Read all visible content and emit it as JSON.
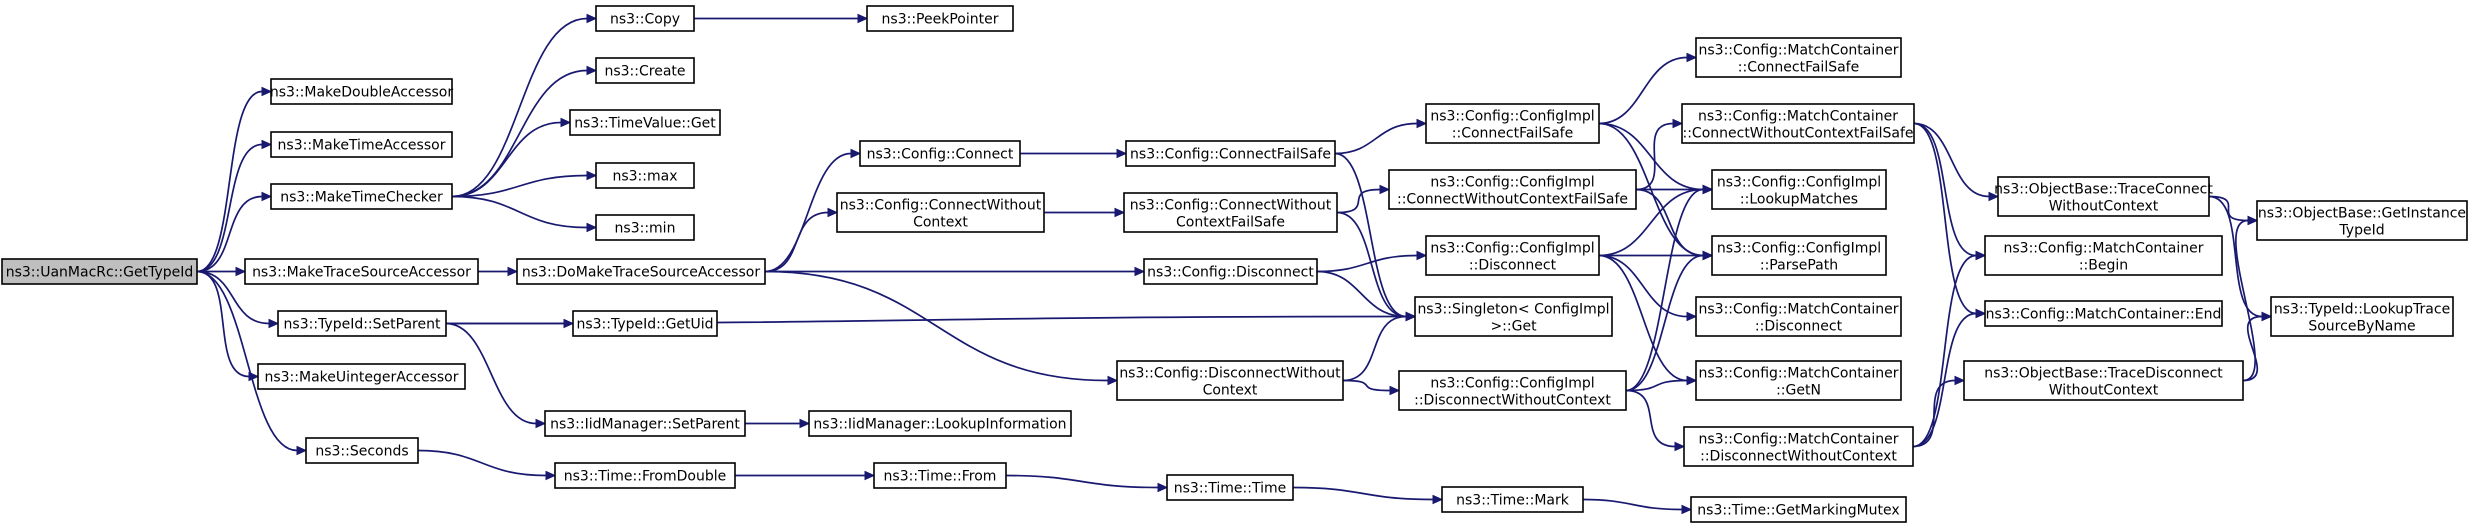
{
  "title": "",
  "colors": {
    "edge": "#191970",
    "root_fill": "#bfbfbf",
    "node_fill": "#ffffff",
    "node_border": "#000000"
  },
  "nodes": [
    {
      "id": "n0",
      "lines": [
        "ns3::UanMacRc::GetTypeId"
      ]
    },
    {
      "id": "n1",
      "lines": [
        "ns3::MakeDoubleAccessor"
      ]
    },
    {
      "id": "n2",
      "lines": [
        "ns3::MakeTimeAccessor"
      ]
    },
    {
      "id": "n3",
      "lines": [
        "ns3::MakeTimeChecker"
      ]
    },
    {
      "id": "n4",
      "lines": [
        "ns3::MakeTraceSourceAccessor"
      ]
    },
    {
      "id": "n5",
      "lines": [
        "ns3::TypeId::SetParent"
      ]
    },
    {
      "id": "n6",
      "lines": [
        "ns3::MakeUintegerAccessor"
      ]
    },
    {
      "id": "n7",
      "lines": [
        "ns3::Seconds"
      ]
    },
    {
      "id": "n8",
      "lines": [
        "ns3::Copy"
      ]
    },
    {
      "id": "n9",
      "lines": [
        "ns3::PeekPointer"
      ]
    },
    {
      "id": "n10",
      "lines": [
        "ns3::Create"
      ]
    },
    {
      "id": "n11",
      "lines": [
        "ns3::TimeValue::Get"
      ]
    },
    {
      "id": "n12",
      "lines": [
        "ns3::max"
      ]
    },
    {
      "id": "n13",
      "lines": [
        "ns3::min"
      ]
    },
    {
      "id": "n14",
      "lines": [
        "ns3::DoMakeTraceSourceAccessor"
      ]
    },
    {
      "id": "n15",
      "lines": [
        "ns3::Config::Connect"
      ]
    },
    {
      "id": "n16",
      "lines": [
        "ns3::Config::ConnectWithout",
        "Context"
      ]
    },
    {
      "id": "n17",
      "lines": [
        "ns3::Config::Disconnect"
      ]
    },
    {
      "id": "n18",
      "lines": [
        "ns3::Config::DisconnectWithout",
        "Context"
      ]
    },
    {
      "id": "n19",
      "lines": [
        "ns3::Config::ConnectFailSafe"
      ]
    },
    {
      "id": "n20",
      "lines": [
        "ns3::Config::ConnectWithout",
        "ContextFailSafe"
      ]
    },
    {
      "id": "n21",
      "lines": [
        "ns3::Config::ConfigImpl",
        "::ConnectFailSafe"
      ]
    },
    {
      "id": "n22",
      "lines": [
        "ns3::Config::ConfigImpl",
        "::ConnectWithoutContextFailSafe"
      ]
    },
    {
      "id": "n23",
      "lines": [
        "ns3::Config::ConfigImpl",
        "::Disconnect"
      ]
    },
    {
      "id": "n24",
      "lines": [
        "ns3::Singleton< ConfigImpl",
        " >::Get"
      ]
    },
    {
      "id": "n25",
      "lines": [
        "ns3::Config::ConfigImpl",
        "::DisconnectWithoutContext"
      ]
    },
    {
      "id": "n26",
      "lines": [
        "ns3::TypeId::GetUid"
      ]
    },
    {
      "id": "n27",
      "lines": [
        "ns3::IidManager::SetParent"
      ]
    },
    {
      "id": "n28",
      "lines": [
        "ns3::IidManager::LookupInformation"
      ]
    },
    {
      "id": "n29",
      "lines": [
        "ns3::Time::FromDouble"
      ]
    },
    {
      "id": "n30",
      "lines": [
        "ns3::Time::From"
      ]
    },
    {
      "id": "n31",
      "lines": [
        "ns3::Time::Time"
      ]
    },
    {
      "id": "n32",
      "lines": [
        "ns3::Time::Mark"
      ]
    },
    {
      "id": "n33",
      "lines": [
        "ns3::Time::GetMarkingMutex"
      ]
    },
    {
      "id": "n34",
      "lines": [
        "ns3::Config::MatchContainer",
        "::ConnectFailSafe"
      ]
    },
    {
      "id": "n35",
      "lines": [
        "ns3::Config::MatchContainer",
        "::ConnectWithoutContextFailSafe"
      ]
    },
    {
      "id": "n36",
      "lines": [
        "ns3::Config::ConfigImpl",
        "::LookupMatches"
      ]
    },
    {
      "id": "n37",
      "lines": [
        "ns3::Config::ConfigImpl",
        "::ParsePath"
      ]
    },
    {
      "id": "n38",
      "lines": [
        "ns3::Config::MatchContainer",
        "::Disconnect"
      ]
    },
    {
      "id": "n39",
      "lines": [
        "ns3::Config::MatchContainer",
        "::GetN"
      ]
    },
    {
      "id": "n40",
      "lines": [
        "ns3::Config::MatchContainer",
        "::DisconnectWithoutContext"
      ]
    },
    {
      "id": "n41",
      "lines": [
        "ns3::ObjectBase::TraceConnect",
        "WithoutContext"
      ]
    },
    {
      "id": "n42",
      "lines": [
        "ns3::Config::MatchContainer",
        "::Begin"
      ]
    },
    {
      "id": "n43",
      "lines": [
        "ns3::Config::MatchContainer::End"
      ]
    },
    {
      "id": "n44",
      "lines": [
        "ns3::ObjectBase::TraceDisconnect",
        "WithoutContext"
      ]
    },
    {
      "id": "n45",
      "lines": [
        "ns3::ObjectBase::GetInstance",
        "TypeId"
      ]
    },
    {
      "id": "n46",
      "lines": [
        "ns3::TypeId::LookupTrace",
        "SourceByName"
      ]
    }
  ],
  "edges": [
    [
      "n0",
      "n1"
    ],
    [
      "n0",
      "n2"
    ],
    [
      "n0",
      "n3"
    ],
    [
      "n0",
      "n4"
    ],
    [
      "n0",
      "n5"
    ],
    [
      "n0",
      "n6"
    ],
    [
      "n0",
      "n7"
    ],
    [
      "n3",
      "n8"
    ],
    [
      "n3",
      "n10"
    ],
    [
      "n3",
      "n11"
    ],
    [
      "n3",
      "n12"
    ],
    [
      "n3",
      "n13"
    ],
    [
      "n8",
      "n9"
    ],
    [
      "n4",
      "n14"
    ],
    [
      "n5",
      "n24"
    ],
    [
      "n5",
      "n26"
    ],
    [
      "n5",
      "n27"
    ],
    [
      "n27",
      "n28"
    ],
    [
      "n7",
      "n29"
    ],
    [
      "n29",
      "n30"
    ],
    [
      "n30",
      "n31"
    ],
    [
      "n31",
      "n32"
    ],
    [
      "n32",
      "n33"
    ],
    [
      "n14",
      "n15"
    ],
    [
      "n14",
      "n16"
    ],
    [
      "n14",
      "n17"
    ],
    [
      "n14",
      "n18"
    ],
    [
      "n15",
      "n19"
    ],
    [
      "n16",
      "n20"
    ],
    [
      "n17",
      "n23"
    ],
    [
      "n17",
      "n24"
    ],
    [
      "n18",
      "n25"
    ],
    [
      "n18",
      "n24"
    ],
    [
      "n19",
      "n21"
    ],
    [
      "n19",
      "n24"
    ],
    [
      "n20",
      "n22"
    ],
    [
      "n20",
      "n24"
    ],
    [
      "n21",
      "n34"
    ],
    [
      "n21",
      "n36"
    ],
    [
      "n21",
      "n37"
    ],
    [
      "n22",
      "n35"
    ],
    [
      "n22",
      "n36"
    ],
    [
      "n22",
      "n37"
    ],
    [
      "n23",
      "n36"
    ],
    [
      "n23",
      "n37"
    ],
    [
      "n23",
      "n38"
    ],
    [
      "n23",
      "n39"
    ],
    [
      "n25",
      "n36"
    ],
    [
      "n25",
      "n37"
    ],
    [
      "n25",
      "n39"
    ],
    [
      "n25",
      "n40"
    ],
    [
      "n35",
      "n41"
    ],
    [
      "n35",
      "n42"
    ],
    [
      "n35",
      "n43"
    ],
    [
      "n40",
      "n44"
    ],
    [
      "n40",
      "n42"
    ],
    [
      "n40",
      "n43"
    ],
    [
      "n41",
      "n45"
    ],
    [
      "n41",
      "n46"
    ],
    [
      "n44",
      "n45"
    ],
    [
      "n44",
      "n46"
    ]
  ]
}
